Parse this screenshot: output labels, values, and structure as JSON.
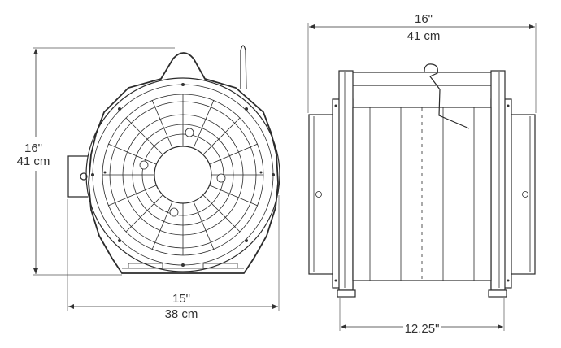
{
  "front_view": {
    "height": {
      "imperial": "16\"",
      "metric": "41 cm"
    },
    "width": {
      "imperial": "15\"",
      "metric": "38 cm"
    }
  },
  "side_view": {
    "length": {
      "imperial": "16\"",
      "metric": "41 cm"
    },
    "body_length": {
      "imperial": "12.25\""
    }
  }
}
